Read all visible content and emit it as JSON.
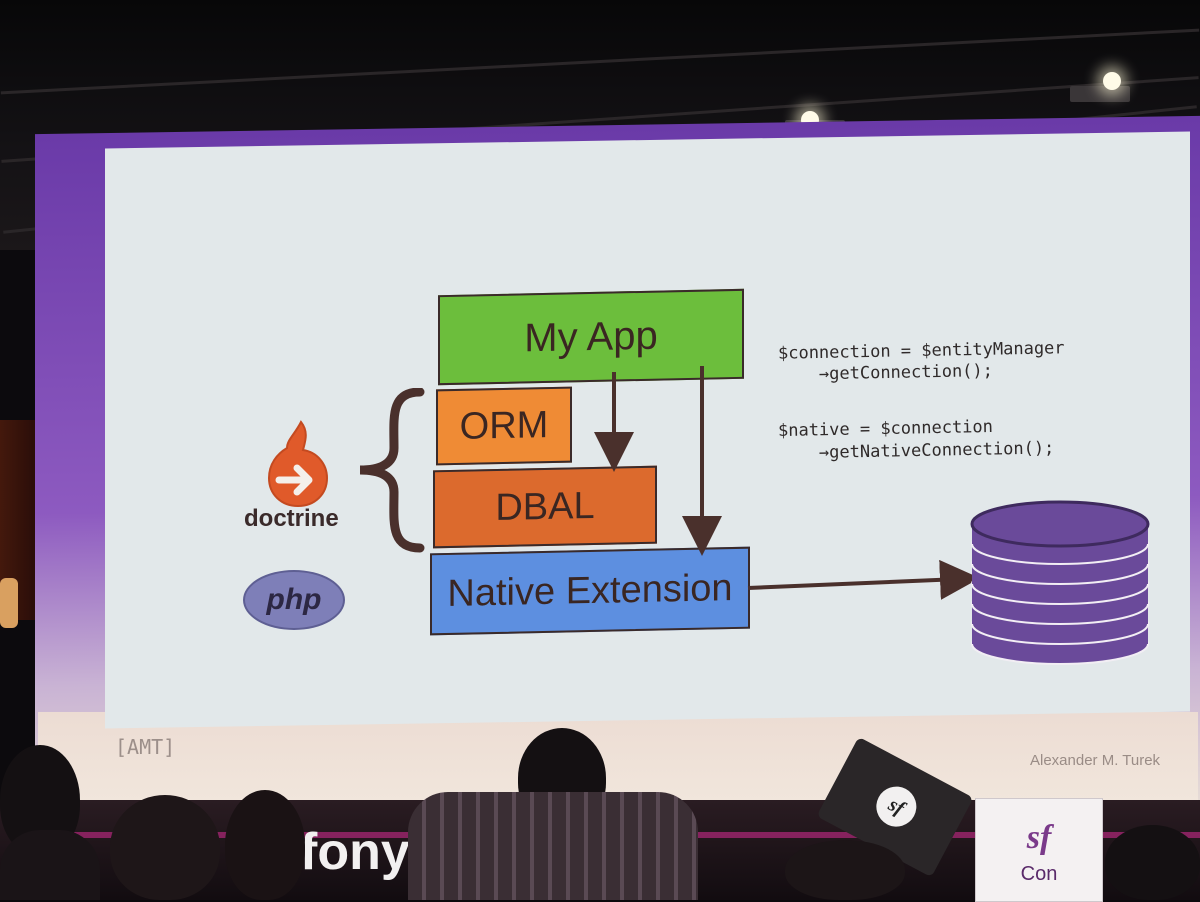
{
  "slide": {
    "boxes": {
      "my_app": "My App",
      "orm": "ORM",
      "dbal": "DBAL",
      "native_extension": "Native Extension"
    },
    "code": {
      "line1": "$connection = $entityManager",
      "line2": "    →getConnection();",
      "line3": "$native = $connection",
      "line4": "    →getNativeConnection();"
    },
    "logos": {
      "doctrine_word": "doctrine",
      "php_text": "php"
    },
    "footer": {
      "left_tag": "[AMT]",
      "author": "Alexander M. Turek"
    }
  },
  "stage": {
    "banner_text": "fony",
    "sfcon_logo": "sf",
    "sfcon_label": "Con",
    "laptop_logo": "sf"
  },
  "colors": {
    "my_app": "#6cbe3c",
    "orm": "#ef8b35",
    "dbal": "#dc6a2d",
    "native_extension": "#5d8fe0",
    "database": "#6a4a9a",
    "slide_bg": "#e2e8ea",
    "screen_frame": "#7a48b4"
  }
}
